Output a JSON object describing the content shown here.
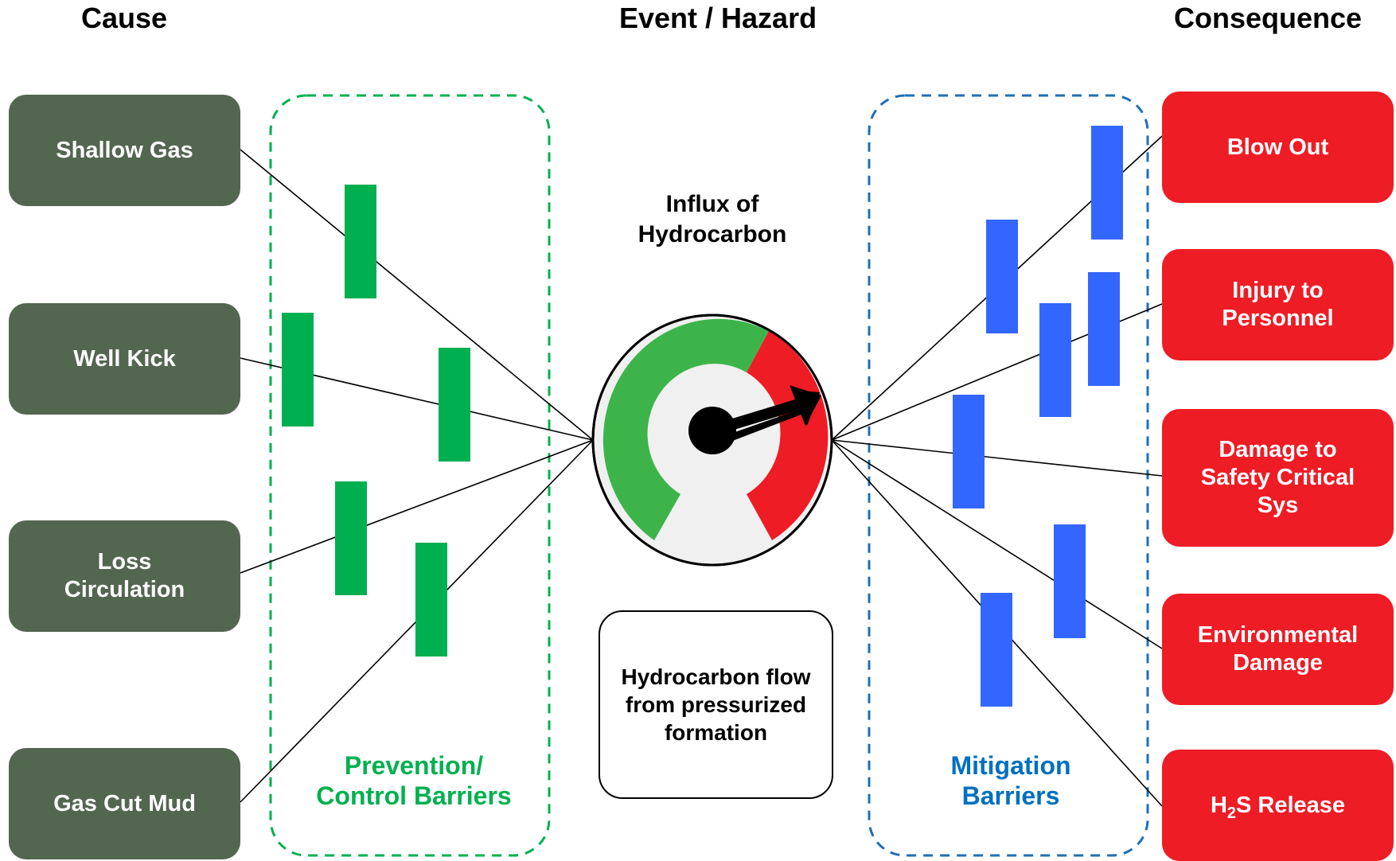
{
  "headers": {
    "cause": "Cause",
    "event": "Event / Hazard",
    "consequence": "Consequence"
  },
  "causes": [
    "Shallow Gas",
    "Well Kick",
    "Loss Circulation",
    "Gas Cut Mud"
  ],
  "consequences": [
    "Blow Out",
    "Injury to Personnel",
    "Damage to Safety Critical Sys",
    "Environmental Damage",
    "H2S Release"
  ],
  "h2s": {
    "prefix": "H",
    "subscript": "2",
    "suffix": "S Release"
  },
  "event": {
    "title": "Influx of Hydrocarbon",
    "description": "Hydrocarbon flow from pressurized formation"
  },
  "prevention_label": "Prevention/ Control Barriers",
  "mitigation_label": "Mitigation Barriers",
  "colors": {
    "cause_box": "#536650",
    "consequence_box": "#ee1c25",
    "prevention": "#00b050",
    "mitigation": "#3366ff",
    "prevention_text": "#00b050",
    "mitigation_text": "#0070c0",
    "gauge_green": "#3cb44a",
    "gauge_red": "#ee1c25"
  }
}
